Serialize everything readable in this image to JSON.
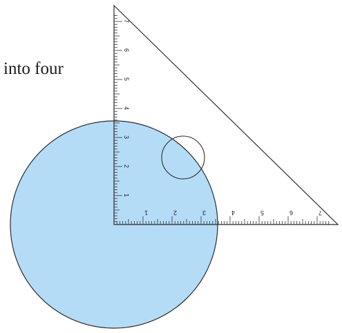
{
  "caption": {
    "text": "into four"
  },
  "colors": {
    "disc_fill": "#b5dcf7",
    "disc_stroke": "#2b2b2b",
    "square_outline": "#2b2b2b",
    "magnifier_stroke": "#2b2b2b",
    "ruler_marks": "#333333"
  },
  "ruler": {
    "horizontal_labels": [
      "1",
      "2",
      "3",
      "4",
      "5",
      "6",
      "7"
    ],
    "vertical_labels": [
      "1",
      "2",
      "3",
      "4",
      "5",
      "6",
      "7"
    ]
  },
  "elements": {
    "disc": "quarter-circle disc",
    "set_square": "right-angle set square",
    "magnifier": "magnifying circle"
  }
}
